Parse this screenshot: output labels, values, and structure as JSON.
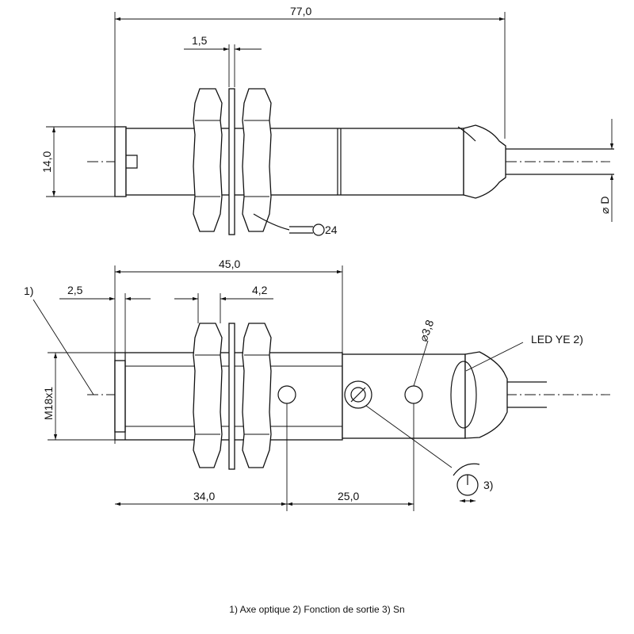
{
  "top_view": {
    "overall_length": "77,0",
    "plate_thickness": "1,5",
    "body_diameter": "14,0",
    "cable_diameter": "⌀ D",
    "wrench_size": "24"
  },
  "bottom_view": {
    "thread_length": "45,0",
    "thread_runout": "2,5",
    "nut_spacing": "4,2",
    "thread_size": "M18x1",
    "hole_diameter": "⌀3,8",
    "optical_axis_offset": "34,0",
    "pot_offset": "25,0",
    "led_label": "LED YE 2)",
    "callout_1": "1)",
    "callout_3": "3)"
  },
  "footnote": "1) Axe optique  2) Fonction de sortie  3) Sn",
  "colors": {
    "line": "#111111",
    "background": "#ffffff"
  }
}
